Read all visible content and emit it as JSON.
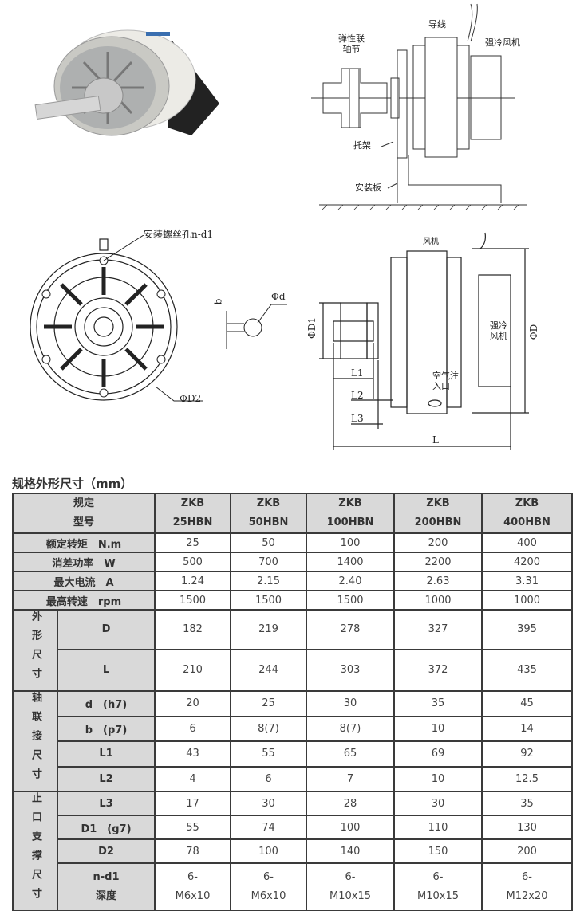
{
  "diagram_labels": {
    "coupling": [
      "弹性联",
      "轴节"
    ],
    "wire": "导线",
    "forced_fan_top": "强冷风机",
    "bracket": "托架",
    "mount_plate": "安装板",
    "mount_holes": "安装螺丝孔n-d1",
    "d2": "ΦD2",
    "b": "b",
    "phi_d": "Φd",
    "phi_d1": "ΦD1",
    "phi_D": "ΦD",
    "fan": "风机",
    "forced_fan_side": [
      "强冷",
      "风机"
    ],
    "air_inlet": [
      "空气注",
      "入口"
    ],
    "L1": "L1",
    "L2": "L2",
    "L3": "L3",
    "L": "L"
  },
  "table": {
    "title": "规格外形尺寸（mm）",
    "header_label": [
      "规定",
      "型号"
    ],
    "models": [
      [
        "ZKB",
        "25HBN"
      ],
      [
        "ZKB",
        "50HBN"
      ],
      [
        "ZKB",
        "100HBN"
      ],
      [
        "ZKB",
        "200HBN"
      ],
      [
        "ZKB",
        "400HBN"
      ]
    ],
    "top_rows": [
      {
        "label": "额定转矩　N.m",
        "values": [
          "25",
          "50",
          "100",
          "200",
          "400"
        ]
      },
      {
        "label": "消差功率　W",
        "values": [
          "500",
          "700",
          "1400",
          "2200",
          "4200"
        ]
      },
      {
        "label": "最大电流　A",
        "values": [
          "1.24",
          "2.15",
          "2.40",
          "2.63",
          "3.31"
        ]
      },
      {
        "label": "最高转速　rpm",
        "values": [
          "1500",
          "1500",
          "1500",
          "1000",
          "1000"
        ]
      }
    ],
    "groups": [
      {
        "label": "外形尺寸",
        "chars": [
          "外",
          "形",
          "尺",
          "寸"
        ],
        "rows": [
          {
            "label": "D",
            "values": [
              "182",
              "219",
              "278",
              "327",
              "395"
            ]
          },
          {
            "label": "L",
            "values": [
              "210",
              "244",
              "303",
              "372",
              "435"
            ]
          }
        ]
      },
      {
        "label": "轴联接尺寸",
        "chars": [
          "轴",
          "联",
          "接",
          "尺",
          "寸"
        ],
        "rows": [
          {
            "label": "d　(h7)",
            "values": [
              "20",
              "25",
              "30",
              "35",
              "45"
            ]
          },
          {
            "label": "b　(p7)",
            "values": [
              "6",
              "8(7)",
              "8(7)",
              "10",
              "14"
            ]
          },
          {
            "label": "L1",
            "values": [
              "43",
              "55",
              "65",
              "69",
              "92"
            ]
          },
          {
            "label": "L2",
            "values": [
              "4",
              "6",
              "7",
              "10",
              "12.5"
            ]
          }
        ]
      },
      {
        "label": "止口支撑尺寸",
        "chars": [
          "止",
          "口",
          "支",
          "撑",
          "尺",
          "寸"
        ],
        "rows": [
          {
            "label": "L3",
            "values": [
              "17",
              "30",
              "28",
              "30",
              "35"
            ]
          },
          {
            "label": "D1　(g7)",
            "values": [
              "55",
              "74",
              "100",
              "110",
              "130"
            ]
          },
          {
            "label": "D2",
            "values": [
              "78",
              "100",
              "140",
              "150",
              "200"
            ]
          },
          {
            "label": [
              "n-d1",
              "深度"
            ],
            "values": [
              [
                "6-",
                "M6x10"
              ],
              [
                "6-",
                "M6x10"
              ],
              [
                "6-",
                "M10x15"
              ],
              [
                "6-",
                "M10x15"
              ],
              [
                "6-",
                "M12x20"
              ]
            ]
          }
        ]
      }
    ]
  }
}
